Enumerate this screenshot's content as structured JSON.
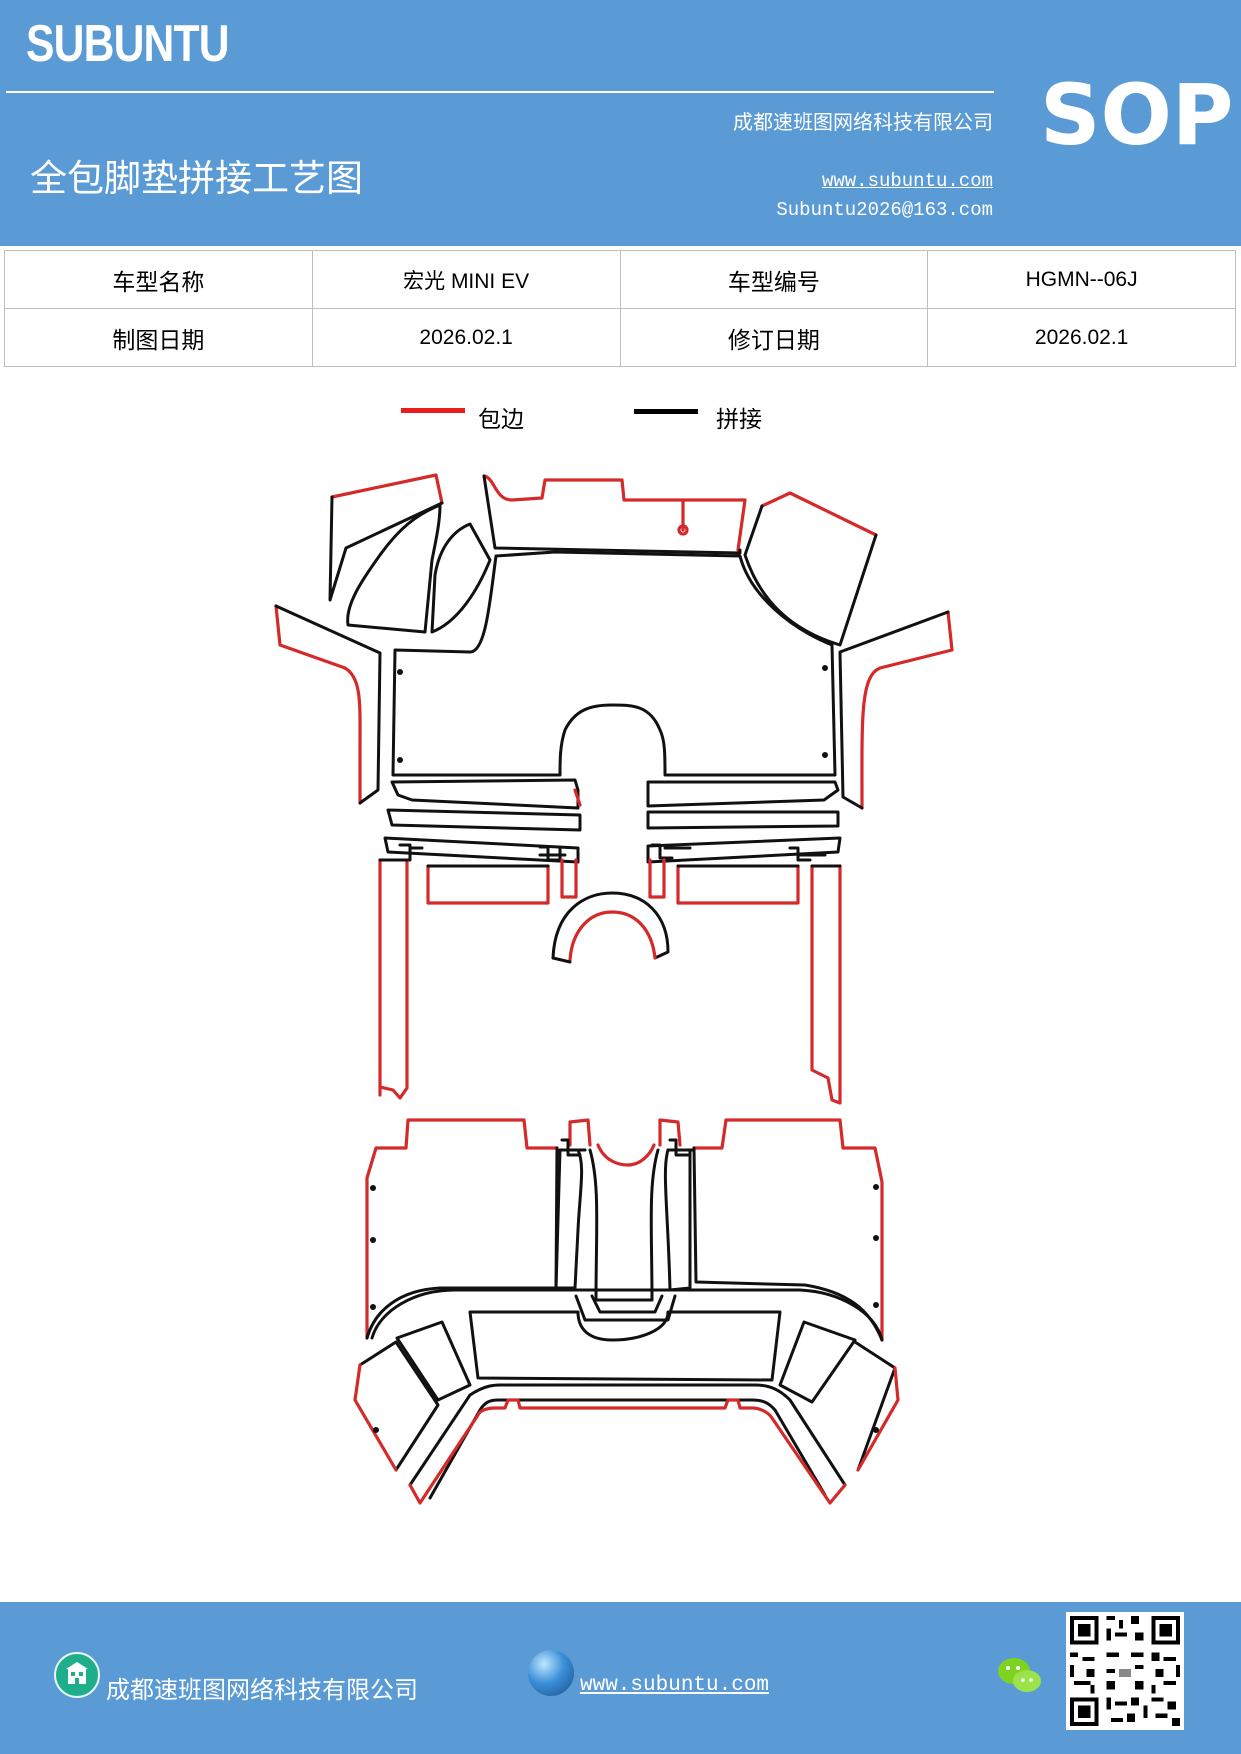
{
  "header": {
    "logo": "SUBUNTU",
    "company": "成都速班图网络科技有限公司",
    "title": "全包脚垫拼接工艺图",
    "website": "www.subuntu.com",
    "email": "Subuntu2026@163.com",
    "badge": "SOP"
  },
  "info_table": {
    "model_name_label": "车型名称",
    "model_name_value": "宏光 MINI EV",
    "model_code_label": "车型编号",
    "model_code_value": "HGMN--06J",
    "draw_date_label": "制图日期",
    "draw_date_value": "2026.02.1",
    "revise_date_label": "修订日期",
    "revise_date_value": "2026.02.1"
  },
  "legend": {
    "edge_label": "包边",
    "edge_color": "#e81e1e",
    "join_label": "拼接",
    "join_color": "#000000"
  },
  "footer": {
    "company": "成都速班图网络科技有限公司",
    "website": "www.subuntu.com ",
    "company_icon": "building-icon",
    "website_icon": "globe-icon",
    "social_icon": "wechat-icon",
    "qr_icon": "qr-code"
  },
  "colors": {
    "brand_blue": "#5b9bd5"
  }
}
